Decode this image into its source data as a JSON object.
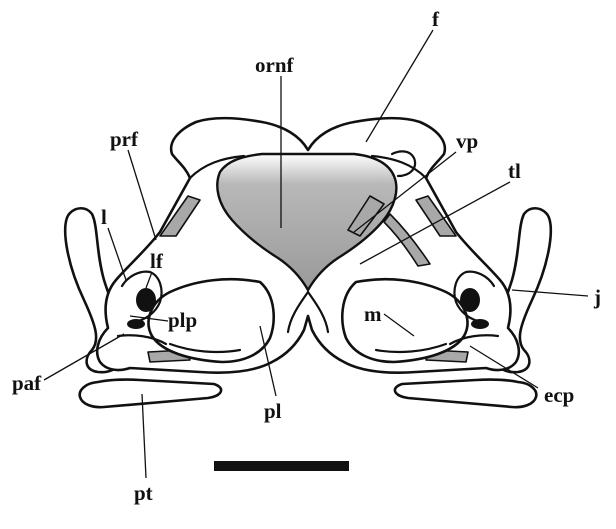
{
  "colors": {
    "background": "#ffffff",
    "outline": "#111111",
    "shading": "#a8a8a8",
    "orbitonasal_gradient_top": "#ffffff",
    "orbitonasal_gradient_bottom": "#9a9a9a",
    "scale_bar": "#111111"
  },
  "labels": {
    "f": "f",
    "ornf": "ornf",
    "prf": "prf",
    "vp": "vp",
    "tl": "tl",
    "l": "l",
    "lf": "lf",
    "plp": "plp",
    "m": "m",
    "j": "j",
    "paf": "paf",
    "ecp": "ecp",
    "pl": "pl",
    "pt": "pt"
  }
}
